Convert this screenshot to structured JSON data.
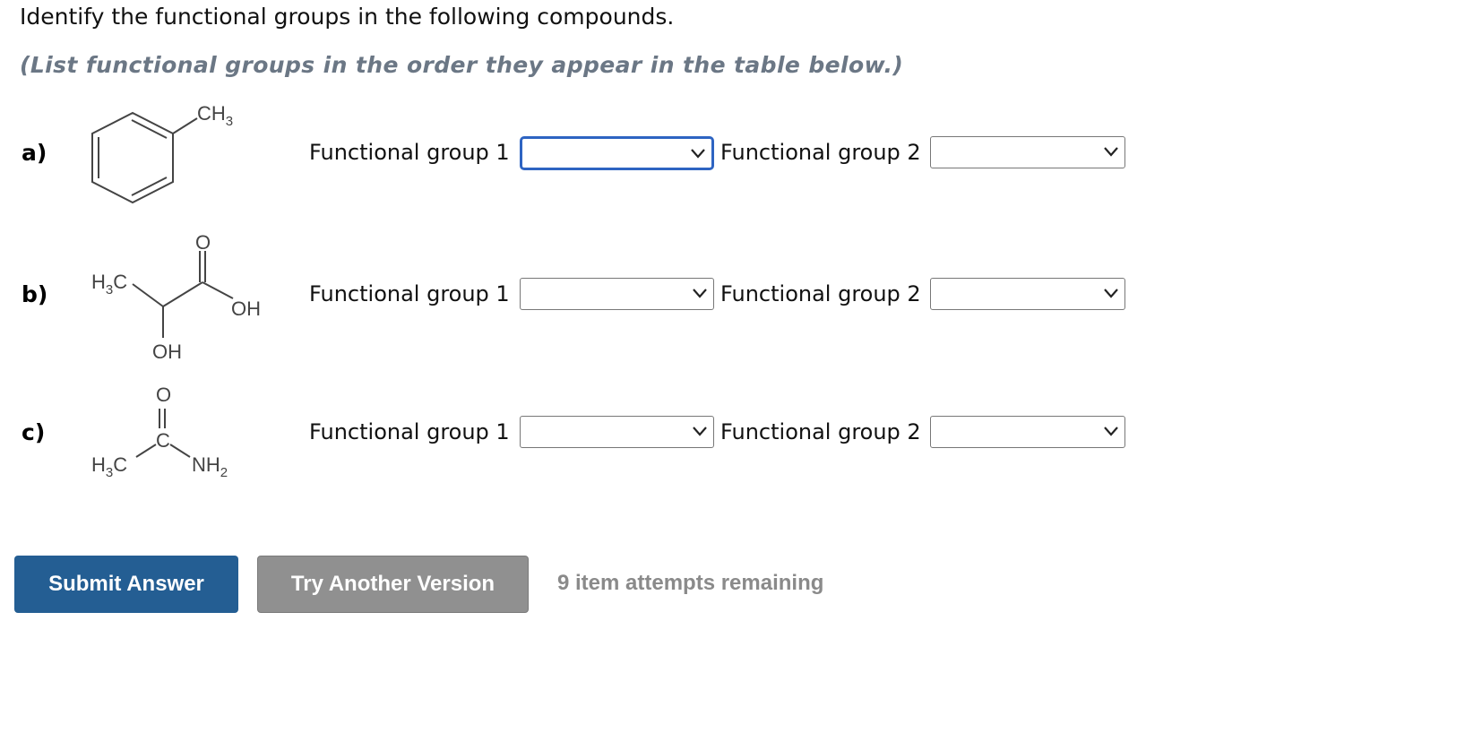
{
  "question": {
    "instruction": "Identify the functional groups in the following compounds.",
    "hint": "(List functional groups in the order they appear in the table below.)"
  },
  "rows": [
    {
      "label": "a)",
      "structure": {
        "ch3": "CH3",
        "ch3_main": "CH",
        "ch3_sub": "3"
      },
      "fg1_label": "Functional group 1",
      "fg1_value": "",
      "fg2_label": "Functional group 2",
      "fg2_value": ""
    },
    {
      "label": "b)",
      "structure": {
        "h3c_h": "H",
        "h3c_sub": "3",
        "h3c_c": "C",
        "o": "O",
        "oh_right": "OH",
        "oh_bottom": "OH"
      },
      "fg1_label": "Functional group 1",
      "fg1_value": "",
      "fg2_label": "Functional group 2",
      "fg2_value": ""
    },
    {
      "label": "c)",
      "structure": {
        "o": "O",
        "c": "C",
        "h3c_h": "H",
        "h3c_sub": "3",
        "h3c_c": "C",
        "nh2_main": "NH",
        "nh2_sub": "2"
      },
      "fg1_label": "Functional group 1",
      "fg1_value": "",
      "fg2_label": "Functional group 2",
      "fg2_value": ""
    }
  ],
  "actions": {
    "submit_label": "Submit Answer",
    "try_label": "Try Another Version",
    "attempts_text": "9 item attempts remaining"
  },
  "colors": {
    "submit_bg": "#245e93",
    "try_bg": "#909090",
    "focus_border": "#2e64c2",
    "hint_text": "#6b7785"
  },
  "icons": [
    "chevron-down-icon"
  ]
}
